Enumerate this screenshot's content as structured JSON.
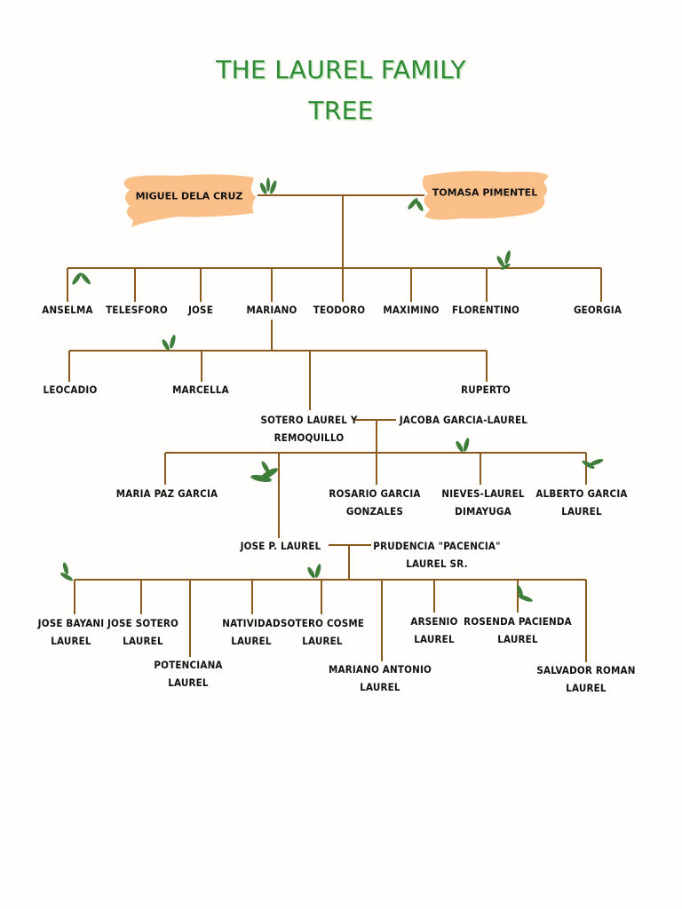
{
  "title_line1": "THE LAUREL FAMILY",
  "title_line2": "TREE",
  "colors": {
    "title": "#2f8a36",
    "line": "#8b5a1c",
    "root_fill": "#fbc08a",
    "leaf": "#3f7d3b"
  },
  "roots": [
    "MIGUEL DELA CRUZ",
    "TOMASA PIMENTEL"
  ],
  "gen1": [
    "ANSELMA",
    "TELESFORO",
    "JOSE",
    "MARIANO",
    "TEODORO",
    "MAXIMINO",
    "FLORENTINO",
    "GEORGIA"
  ],
  "gen2": [
    "LEOCADIO",
    "MARCELLA",
    "RUPERTO"
  ],
  "sotero": [
    "SOTERO LAUREL Y",
    "REMOQUILLO"
  ],
  "jacoba": "JACOBA GARCIA-LAUREL",
  "gen3": {
    "maria": "MARIA PAZ GARCIA",
    "rosario": [
      "ROSARIO GARCIA",
      "GONZALES"
    ],
    "nieves": [
      "NIEVES-LAUREL",
      "DIMAYUGA"
    ],
    "alberto": [
      "ALBERTO GARCIA",
      "LAUREL"
    ]
  },
  "jose_p": "JOSE P. LAUREL",
  "prudencia": [
    "PRUDENCIA \"PACENCIA\"",
    "LAUREL SR."
  ],
  "gen4": {
    "bayani": [
      "JOSE BAYANI",
      "LAUREL"
    ],
    "sotero_jr": [
      "JOSE SOTERO",
      "LAUREL"
    ],
    "potenciana": [
      "POTENCIANA",
      "LAUREL"
    ],
    "natividad": [
      "NATIVIDAD",
      "LAUREL"
    ],
    "cosme": [
      "SOTERO COSME",
      "LAUREL"
    ],
    "mariano_a": [
      "MARIANO ANTONIO",
      "LAUREL"
    ],
    "arsenio": [
      "ARSENIO",
      "LAUREL"
    ],
    "rosenda": [
      "ROSENDA PACIENDA",
      "LAUREL"
    ],
    "salvador": [
      "SALVADOR ROMAN",
      "LAUREL"
    ]
  }
}
